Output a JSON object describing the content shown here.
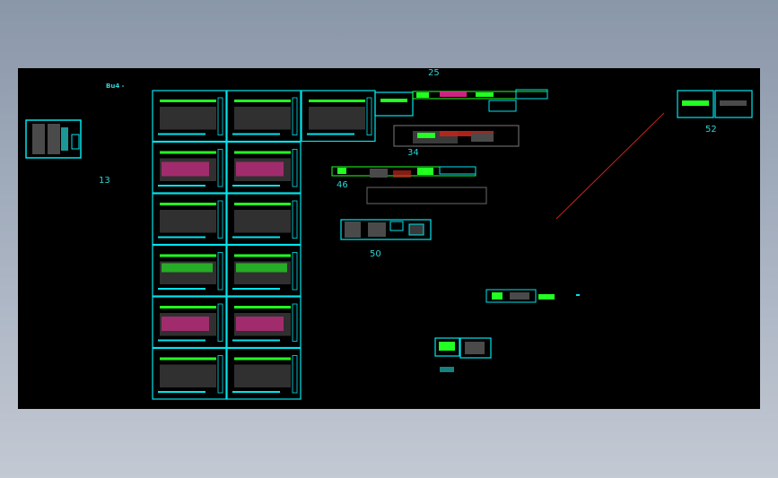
{
  "viewport": {
    "background_top": "#8a97a9",
    "background_bottom": "#c3c9d3",
    "canvas_color": "#000000",
    "frame_color": "#00e5ee",
    "accent_green": "#22ff22",
    "accent_magenta": "#ff2aa0",
    "accent_red": "#c0261b"
  },
  "labels": {
    "top_left_mark": "Bu4 -",
    "n13": "13",
    "n25": "25",
    "n34": "34",
    "n46": "46",
    "n50": "50",
    "n52": "52"
  },
  "drawings": {
    "sheet_grid_columns": 3,
    "sheet_grid_rows": 6
  }
}
